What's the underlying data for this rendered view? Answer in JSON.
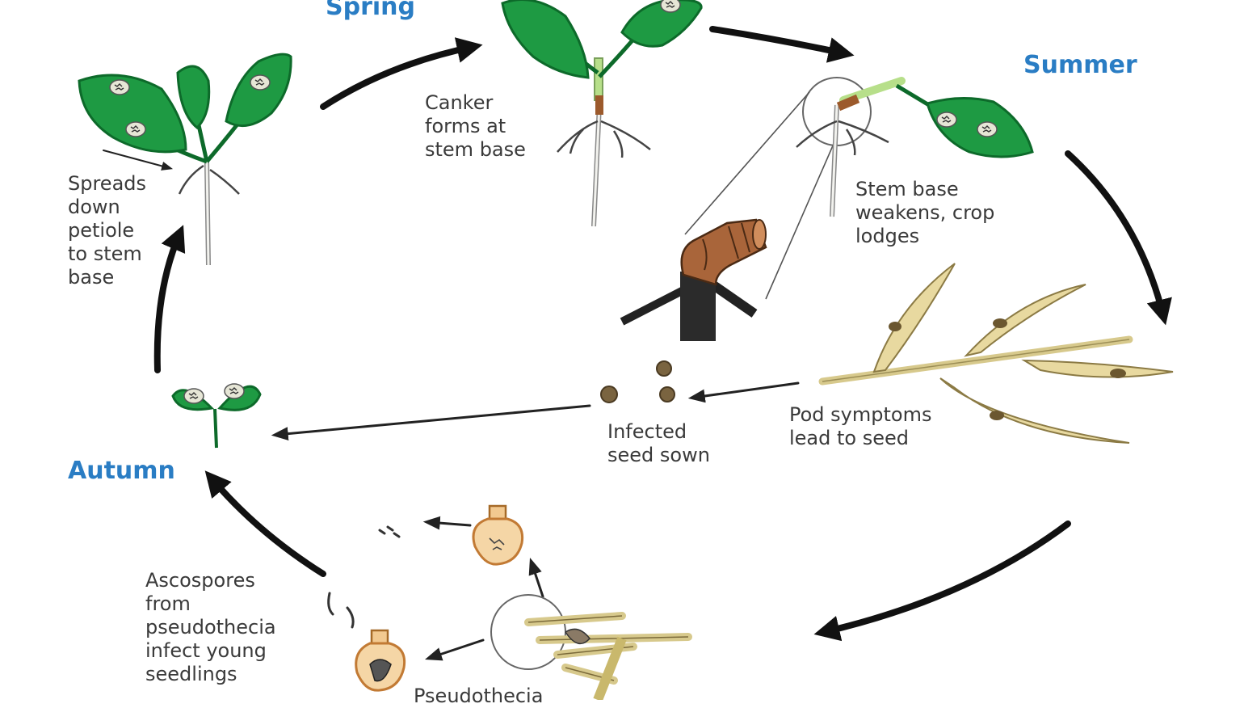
{
  "seasons": {
    "spring": "Spring",
    "summer": "Summer",
    "autumn": "Autumn"
  },
  "captions": {
    "canker": [
      "Canker",
      "forms at",
      "stem base"
    ],
    "spreads": [
      "Spreads",
      "down",
      "petiole",
      "to stem",
      "base"
    ],
    "stem_weakens": [
      "Stem base",
      "weakens, crop",
      "lodges"
    ],
    "pod_symptoms": [
      "Pod symptoms",
      "lead to seed"
    ],
    "infected_seed": [
      "Infected",
      "seed sown"
    ],
    "ascospores": [
      "Ascospores",
      "from",
      "pseudothecia",
      "infect young",
      "seedlings"
    ],
    "pseudothecia": "Pseudothecia"
  },
  "colors": {
    "season_text": "#2a7dc4",
    "leaf_green": "#1e9a43",
    "leaf_dark": "#0d6a2a",
    "stem_tan": "#e9dcae",
    "canker_brown": "#9c5a2c",
    "seed_brown": "#7a6440",
    "arrow": "#111111"
  }
}
